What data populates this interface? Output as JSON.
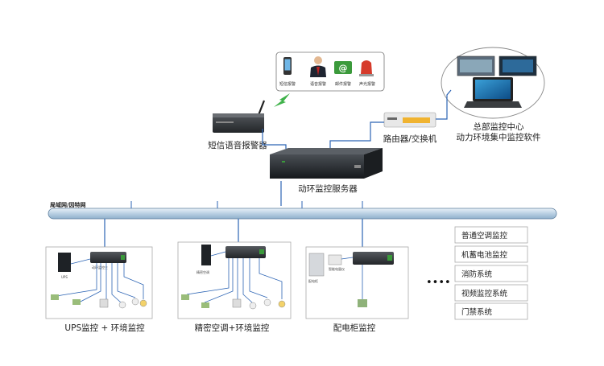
{
  "alerts": [
    {
      "icon": "sms-phone-icon",
      "label": "短信报警"
    },
    {
      "icon": "voice-call-icon",
      "label": "语音报警"
    },
    {
      "icon": "email-icon",
      "label": "邮件报警"
    },
    {
      "icon": "siren-icon",
      "label": "声光报警"
    }
  ],
  "sms_alarm": {
    "label": "短信语音报警器"
  },
  "router": {
    "label": "路由器/交换机"
  },
  "hq": {
    "line1": "总部监控中心",
    "line2": "动力环境集中监控软件"
  },
  "server": {
    "label": "动环监控服务器"
  },
  "lan": {
    "label": "局域网/因特网"
  },
  "units": [
    {
      "caption": "UPS监控 + 环境监控",
      "device_label": "动环监控主",
      "equip_label": "UPS"
    },
    {
      "caption": "精密空调+环境监控",
      "equip_label": "精密空调"
    },
    {
      "caption": "配电柜监控",
      "equip_label": "配电柜",
      "meter_label": "智能电量仪"
    }
  ],
  "ellipsis": "••••",
  "systems": [
    "普通空调监控",
    "机蓄电池监控",
    "消防系统",
    "视频监控系统",
    "门禁系统"
  ],
  "colors": {
    "lan_fill": "#c9dceb",
    "line": "#2c64b4",
    "device": "#2a2f33",
    "device_green": "#3a9a3a"
  }
}
